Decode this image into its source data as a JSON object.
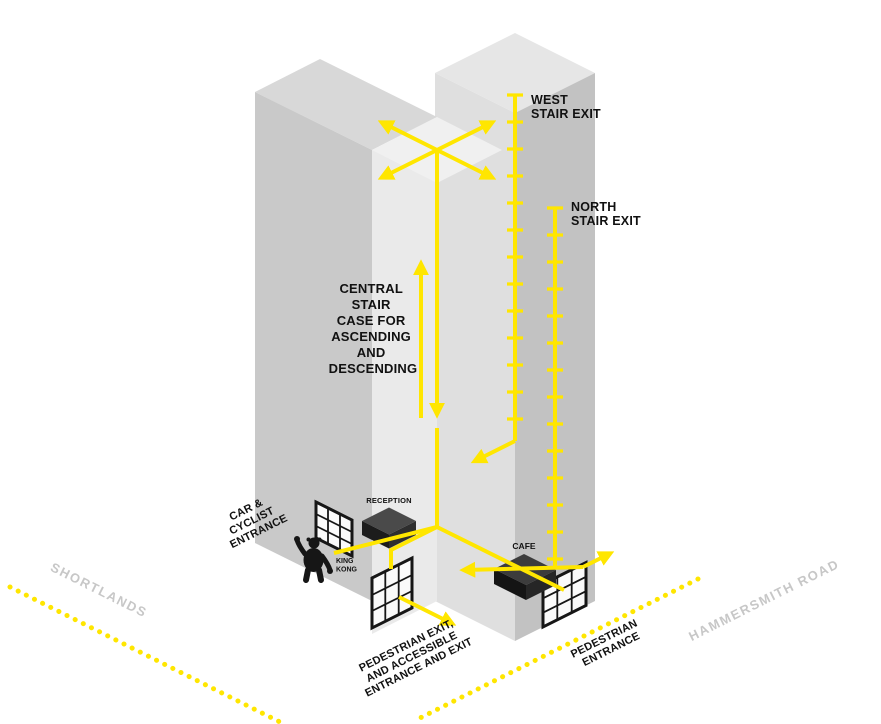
{
  "colors": {
    "route_yellow": "#FFE600",
    "street_label_gray": "#C7C7C7",
    "label_ink": "#111111",
    "building_grays": [
      "#E6E6E6",
      "#DFDFDF",
      "#C2C2C2",
      "#D8D8D8",
      "#C9C9C9",
      "#EAEAEA",
      "#F0F0F0"
    ]
  },
  "labels": {
    "west_stair_exit": [
      "WEST",
      "STAIR EXIT"
    ],
    "north_stair_exit": [
      "NORTH",
      "STAIR EXIT"
    ],
    "central_stair": [
      "CENTRAL",
      "STAIR",
      "CASE FOR",
      "ASCENDING",
      "AND",
      "DESCENDING"
    ],
    "car_cyclist_entrance": [
      "CAR &",
      "CYCLIST",
      "ENTRANCE"
    ],
    "reception": "RECEPTION",
    "king_kong": [
      "KING",
      "KONG"
    ],
    "cafe": "CAFE",
    "pedestrian_exit": [
      "PEDESTRIAN EXIT,",
      "AND ACCESSIBLE",
      "ENTRANCE AND EXIT"
    ],
    "pedestrian_entrance": [
      "PEDESTRIAN",
      "ENTRANCE"
    ],
    "street_left": "SHORTLANDS",
    "street_right": "HAMMERSMITH ROAD"
  },
  "icons": {
    "king-kong-figure": "gorilla silhouette",
    "reception-desk": "isometric dark desk block",
    "cafe-counter": "isometric dark counter block",
    "door-grid": "glazed door/window grid",
    "stair-ladder": "yellow stair route with rung ticks",
    "route-arrow": "yellow direction arrow",
    "street-dotted-line": "yellow dotted road line"
  }
}
